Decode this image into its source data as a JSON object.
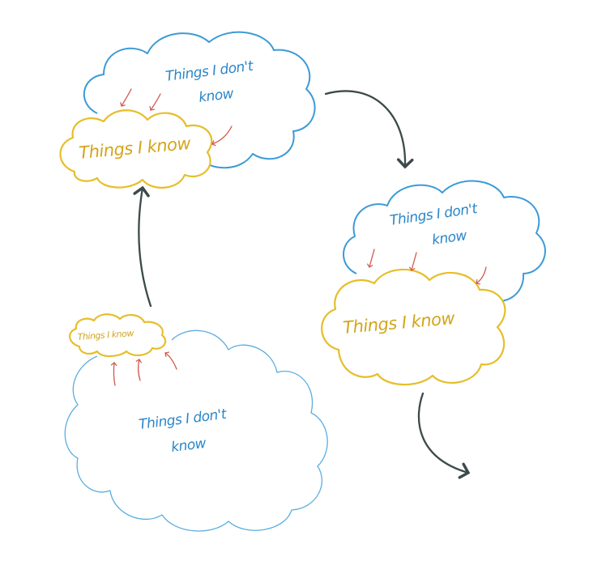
{
  "stage_top": {
    "outer_label_line1": "Things I don't",
    "outer_label_line2": "know",
    "inner_label": "Things I know"
  },
  "stage_middle": {
    "outer_label_line1": "Things I don't",
    "outer_label_line2": "know",
    "inner_label": "Things I know"
  },
  "stage_bottom": {
    "outer_label_line1": "Things I don't",
    "outer_label_line2": "know",
    "inner_label": "Things I know"
  },
  "colors": {
    "unknown_cloud": "#3c9ad6",
    "known_cloud": "#e6be2a",
    "flow_arrow": "#3c4a4a",
    "small_arrow": "#d0584e"
  }
}
